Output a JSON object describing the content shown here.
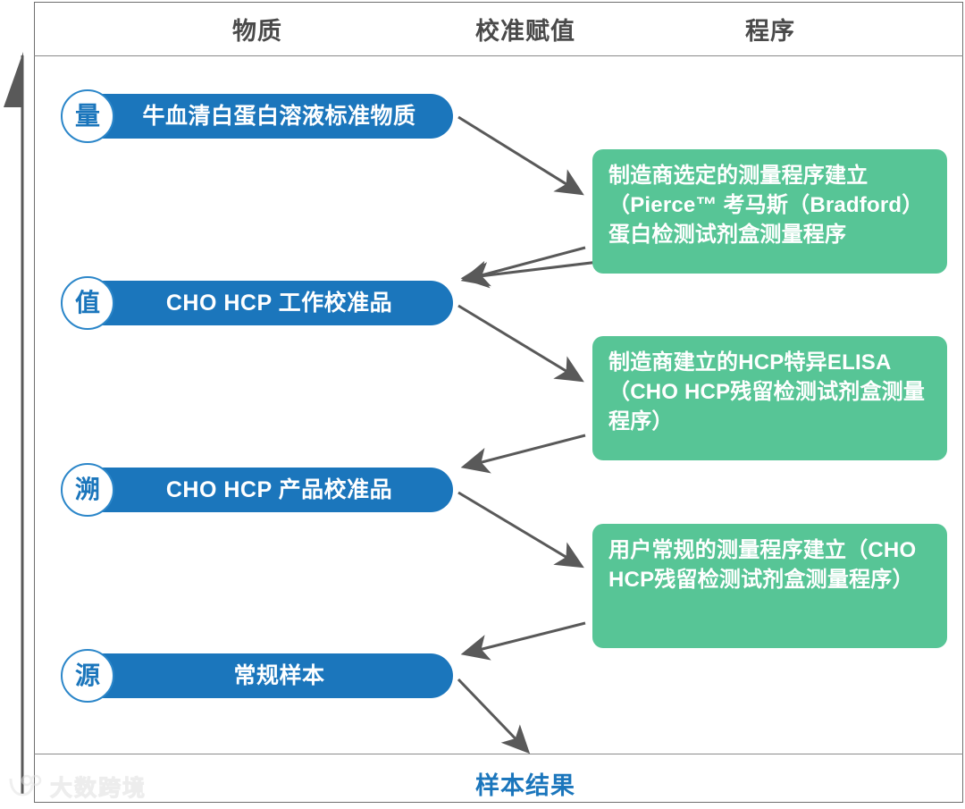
{
  "diagram": {
    "headers": [
      {
        "label": "物质"
      },
      {
        "label": "校准赋值"
      },
      {
        "label": "程序"
      }
    ],
    "materials": [
      {
        "badge": "量",
        "label": "牛血清白蛋白溶液标准物质"
      },
      {
        "badge": "值",
        "label": "CHO HCP 工作校准品"
      },
      {
        "badge": "溯",
        "label": "CHO HCP 产品校准品"
      },
      {
        "badge": "源",
        "label": "常规样本"
      }
    ],
    "procedures": [
      {
        "text": "制造商选定的测量程序建立（Pierce™ 考马斯（Bradford）蛋白检测试剂盒测量程序"
      },
      {
        "text": "制造商建立的HCP特异ELISA（CHO HCP残留检测试剂盒测量程序）"
      },
      {
        "text": "用户常规的测量程序建立（CHO HCP残留检测试剂盒测量程序）"
      }
    ],
    "result_label": "样本结果",
    "watermark": {
      "text": "大数跨境",
      "logo": "logo-icon"
    },
    "colors": {
      "capsule_blue": "#1b76bc",
      "badge_ring": "#2b86c9",
      "procedure_green": "#57c596",
      "arrow_gray": "#595959",
      "header_gray": "#4a4a4a",
      "frame_gray": "#6f6f6f",
      "result_blue": "#1b76bc"
    }
  }
}
